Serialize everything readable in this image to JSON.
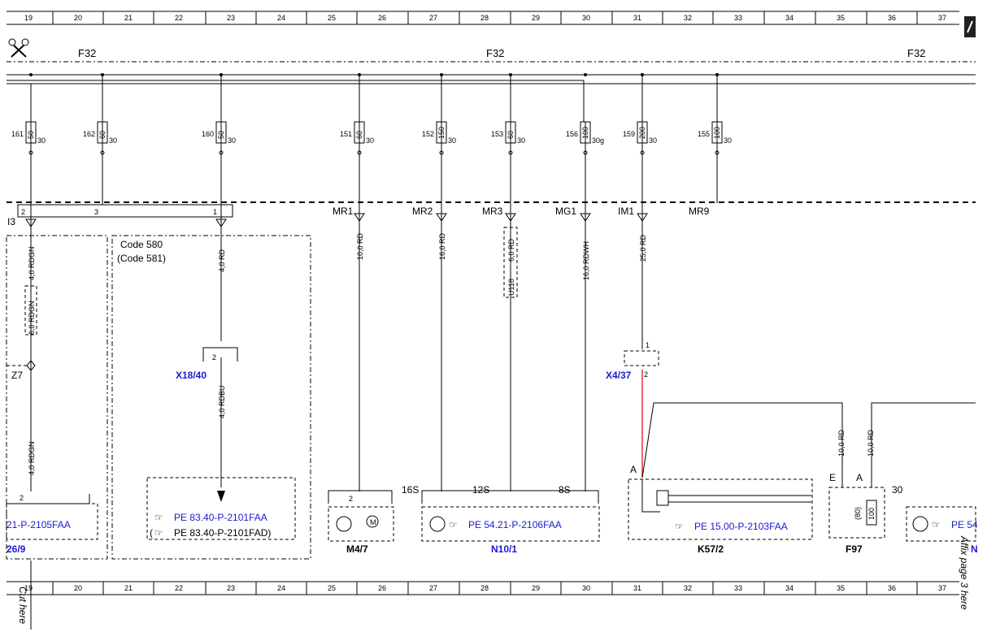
{
  "grid_numbers": [
    "19",
    "20",
    "21",
    "22",
    "23",
    "24",
    "25",
    "26",
    "27",
    "28",
    "29",
    "30",
    "31",
    "32",
    "33",
    "34",
    "35",
    "36",
    "37"
  ],
  "bus": {
    "left_label": "F32",
    "mid_label": "F32",
    "right_label": "F32"
  },
  "fuses": [
    {
      "num": "161",
      "rating": "50",
      "term": "30"
    },
    {
      "num": "162",
      "rating": "60",
      "term": "30"
    },
    {
      "num": "160",
      "rating": "50",
      "term": "30"
    },
    {
      "num": "151",
      "rating": "60",
      "term": "30"
    },
    {
      "num": "152",
      "rating": "150",
      "term": "30"
    },
    {
      "num": "153",
      "rating": "60",
      "term": "30"
    },
    {
      "num": "156",
      "rating": "100",
      "term": "30g"
    },
    {
      "num": "159",
      "rating": "200",
      "term": "30"
    },
    {
      "num": "155",
      "rating": "100",
      "term": "30"
    }
  ],
  "connectors": {
    "i3": "I3",
    "i3_pin2": "2",
    "i3_pin3": "3",
    "i3_pin1": "1",
    "mr1": "MR1",
    "mr2": "MR2",
    "mr3": "MR3",
    "mg1": "MG1",
    "im1": "IM1",
    "mr9": "MR9"
  },
  "wires": {
    "w_4rdgn_top": "4,0 RDGN",
    "w_6rdgn": "6,0 RDGN",
    "w_4rdgn_bot": "4,0 RDGN",
    "w_4rd": "4,0 RD",
    "w_4rdbu": "4,0 RDBU",
    "w_10rd": "10,0 RD",
    "w_16rd": "16,0 RD",
    "w_6rd": "6,0 RD",
    "u118": "U118",
    "w_16rdwh": "16,0 RDWH",
    "w_25rd": "25,0 RD",
    "w_10rd_a": "10,0 RD",
    "w_10rd_b": "10,0 RD"
  },
  "labels": {
    "z7": "Z7",
    "code580": "Code 580",
    "code581": "(Code 581)",
    "x1840": "X18/40",
    "x1840_pin": "2",
    "x437": "X4/37",
    "x437_pin1": "1",
    "x437_pin2": "2",
    "pin_16s": "16S",
    "pin_12s": "12S",
    "pin_8s": "8S",
    "pin_a": "A",
    "pin_e": "E",
    "pin_a2": "A",
    "pin_30": "30",
    "m47": "M4/7",
    "m47_pin": "2",
    "n101": "N10/1",
    "k572": "K57/2",
    "f97": "F97",
    "f97_val": "(80)",
    "f97_fuse": "100",
    "left_partial": "26/9",
    "right_partial": "N",
    "left_pin": "2"
  },
  "refs": {
    "left": "21-P-2105FAA",
    "pe8340a": "PE 83.40-P-2101FAA",
    "pe8340b": "PE 83.40-P-2101FAD)",
    "pe8340b_prefix": "(",
    "pe5421": "PE 54.21-P-2106FAA",
    "pe1500": "PE 15.00-P-2103FAA",
    "right": "PE 54"
  },
  "margin": {
    "cut_here": "Cut here",
    "affix": "Affix page 3 here"
  }
}
